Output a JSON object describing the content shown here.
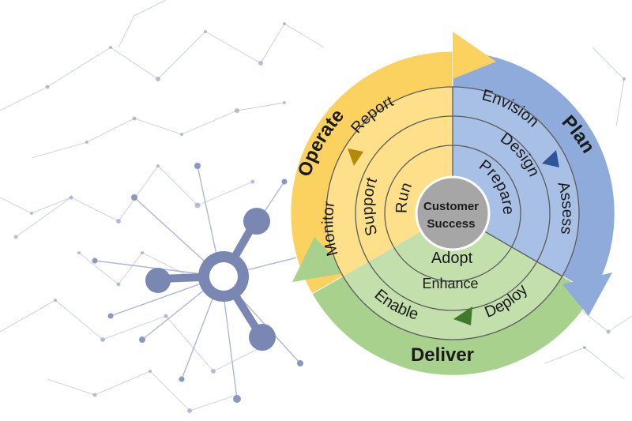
{
  "diagram": {
    "center": {
      "line1": "Customer",
      "line2": "Success"
    },
    "phases": {
      "operate": {
        "label": "Operate",
        "color": "#fbd25f"
      },
      "plan": {
        "label": "Plan",
        "color": "#8fabdb"
      },
      "deliver": {
        "label": "Deliver",
        "color": "#a9d18e"
      }
    },
    "operate_items": {
      "outer_top": "Report",
      "outer_left": "Monitor",
      "middle": "Support",
      "inner": "Run"
    },
    "plan_items": {
      "outer_top": "Envision",
      "outer_right": "Assess",
      "middle": "Design",
      "inner": "Prepare"
    },
    "deliver_items": {
      "inner": "Adopt",
      "middle": "Enhance",
      "outer_left": "Enable",
      "outer_right": "Deploy"
    },
    "colors": {
      "network": "#7f8cb5",
      "hub": "#7b87b3",
      "center": "#9a9a9a",
      "text": "#1a1a1a",
      "ring_line": "#555555"
    }
  }
}
